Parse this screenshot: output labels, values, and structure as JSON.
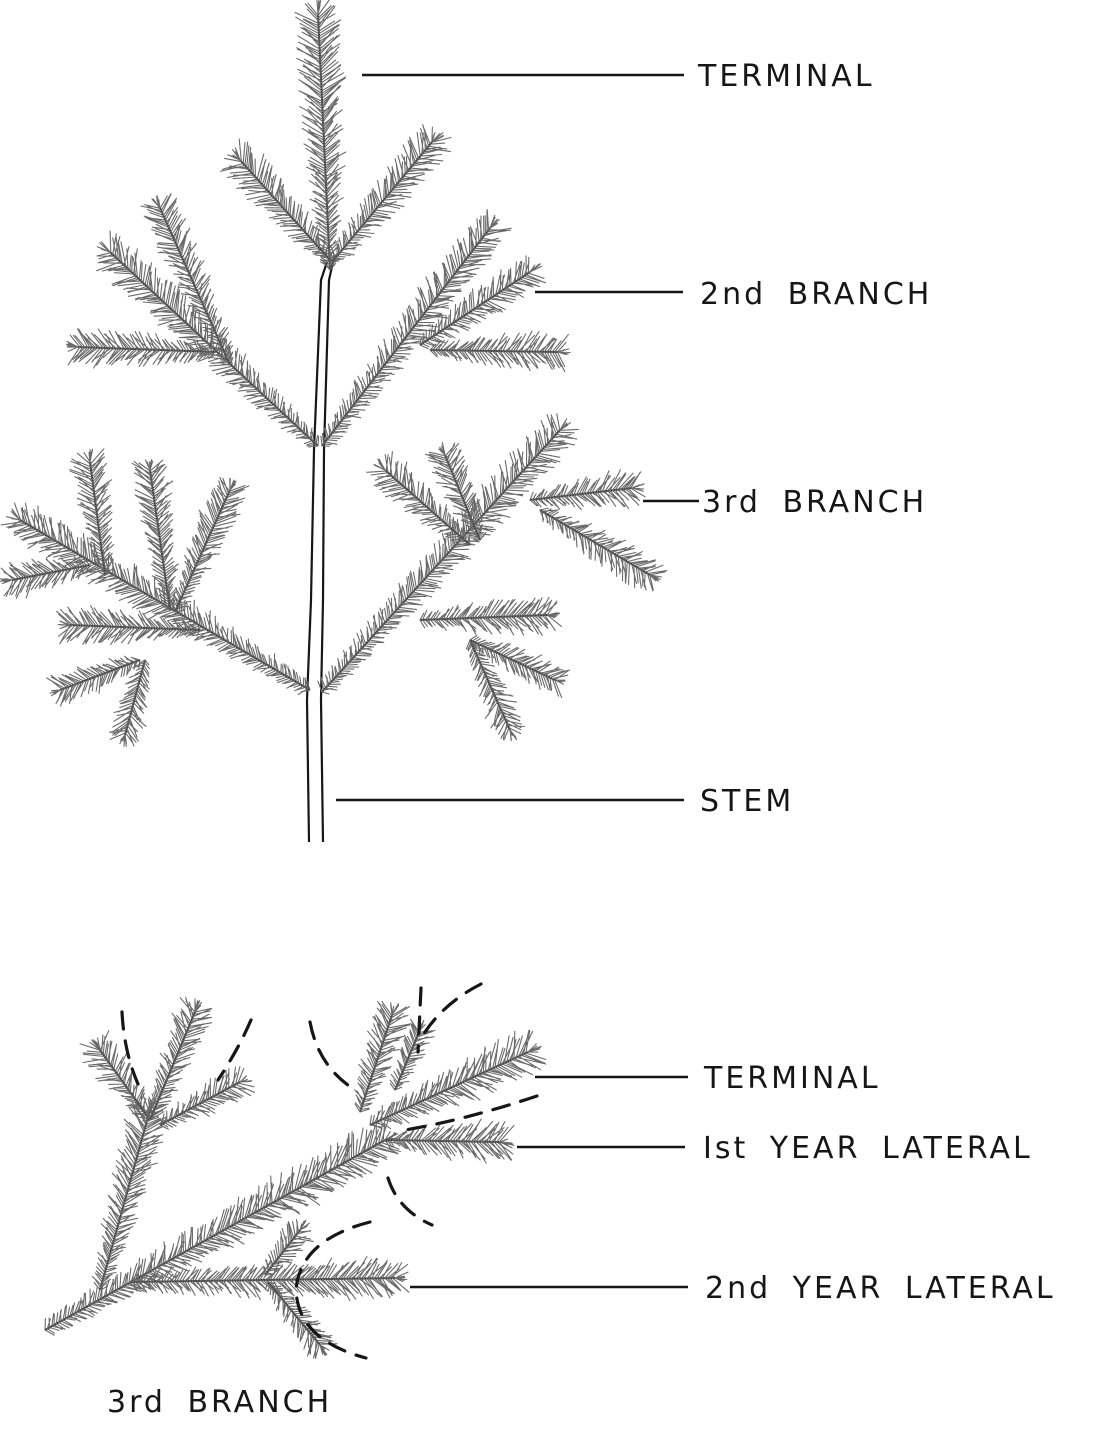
{
  "colors": {
    "ink": "#161616",
    "needle": "#6a6a6a",
    "needle_dark": "#3a3a3a",
    "paper": "#ffffff"
  },
  "upper_figure": {
    "labels": {
      "terminal": "TERMINAL",
      "second_branch": "2nd BRANCH",
      "third_branch": "3rd BRANCH",
      "stem": "STEM"
    }
  },
  "lower_figure": {
    "labels": {
      "terminal": "TERMINAL",
      "first_year_lateral": "Ist YEAR LATERAL",
      "second_year_lateral": "2nd YEAR LATERAL",
      "caption": "3rd BRANCH"
    }
  }
}
